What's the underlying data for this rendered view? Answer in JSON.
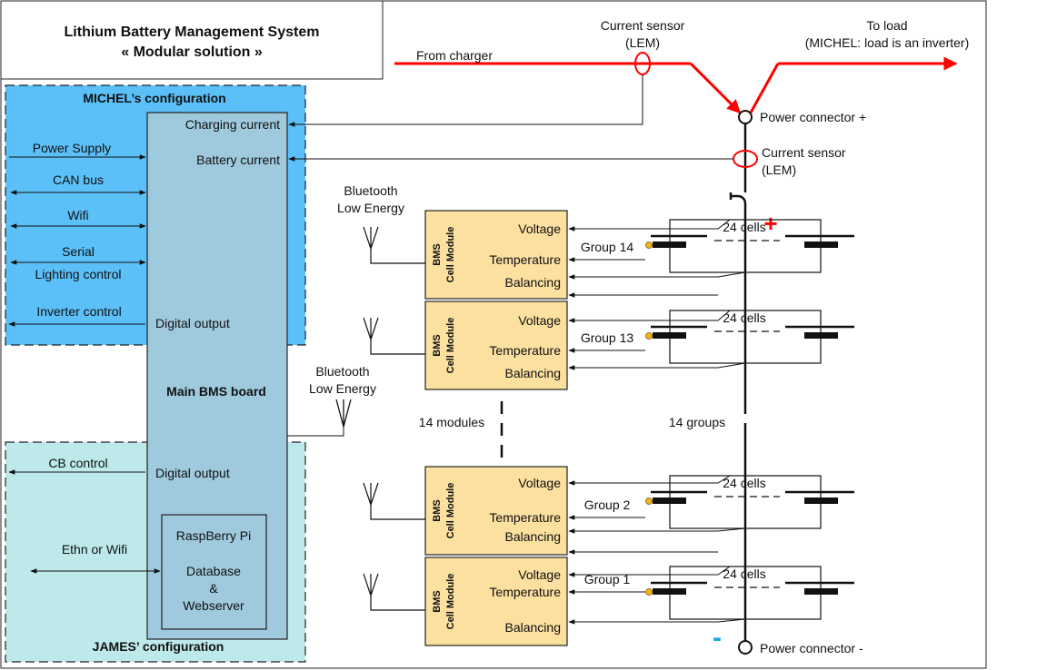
{
  "title": {
    "line1": "Lithium Battery Management System",
    "line2": "« Modular solution »"
  },
  "colors": {
    "michel_bg": "#5bc0f8",
    "james_bg": "#bde9ea",
    "main_board_bg": "#9fc9dc",
    "module_bg": "#fbe0a0",
    "power_line": "#ff0000",
    "plus_sign": "#ff0000",
    "minus_sign": "#1aa7e0",
    "cell_dot": "#f2b41a"
  },
  "michel": {
    "title": "MICHEL’s configuration",
    "power_supply": "Power Supply",
    "can_bus": "CAN bus",
    "wifi": "Wifi",
    "serial": "Serial",
    "lighting_control": "Lighting control",
    "inverter_control": "Inverter control"
  },
  "james": {
    "title": "JAMES’ configuration",
    "cb_control": "CB control",
    "ethn_or_wifi": "Ethn or Wifi"
  },
  "main_board": {
    "title": "Main BMS board",
    "charging_current": "Charging current",
    "battery_current": "Battery current",
    "digital_output_1": "Digital output",
    "digital_output_2": "Digital output",
    "raspberry": {
      "line1": "RaspBerry Pi",
      "line2": "Database",
      "line3": "&",
      "line4": "Webserver"
    }
  },
  "power": {
    "from_charger": "From charger",
    "current_sensor_top": {
      "line1": "Current sensor",
      "line2": "(LEM)"
    },
    "to_load": {
      "line1": "To load",
      "line2": "(MICHEL: load is an inverter)"
    },
    "power_connector_plus": "Power connector +",
    "current_sensor_mid": {
      "line1": "Current sensor",
      "line2": "(LEM)"
    },
    "power_connector_minus": "Power connector -",
    "plus_sign": "+",
    "minus_sign": "-"
  },
  "ble": {
    "main": {
      "line1": "Bluetooth",
      "line2": "Low Energy"
    },
    "modules": {
      "line1": "Bluetooth",
      "line2": "Low Energy"
    }
  },
  "module_common": {
    "bms": "BMS",
    "cell_module": "Cell Module",
    "voltage": "Voltage",
    "temperature": "Temperature",
    "balancing": "Balancing",
    "cells": "24 cells"
  },
  "groups": [
    {
      "name": "Group 14"
    },
    {
      "name": "Group 13"
    },
    {
      "name": "Group 2"
    },
    {
      "name": "Group 1"
    }
  ],
  "ellipsis": {
    "modules": "14 modules",
    "groups": "14 groups"
  }
}
